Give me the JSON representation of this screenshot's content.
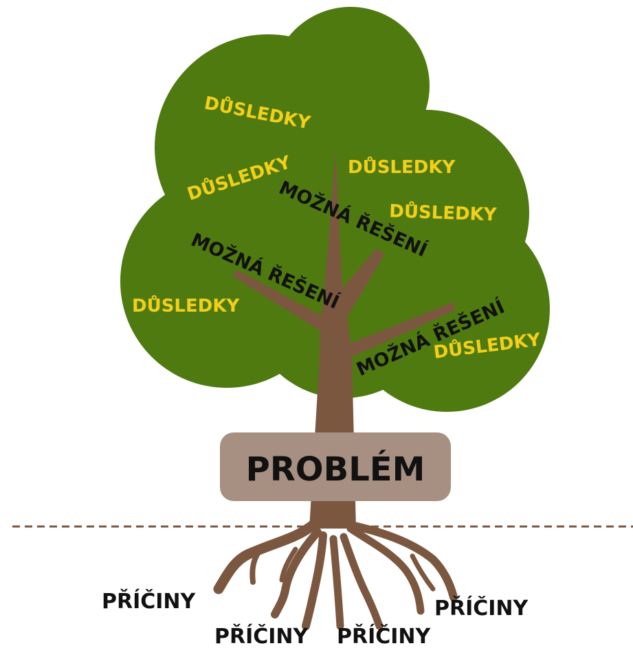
{
  "labels": {
    "consequence": "DŮSLEDKY",
    "solution": "MOŽNÁ ŘEŠENÍ",
    "problem": "PROBLÉM",
    "cause": "PŘÍČINY"
  },
  "colors": {
    "canopy": "#4f7a10",
    "trunk": "#7b5740",
    "problem_box": "#a79081",
    "consequence_text": "#f2d019",
    "solution_text": "#111111",
    "ground_line": "#7b5740",
    "cause_text": "#111111"
  }
}
